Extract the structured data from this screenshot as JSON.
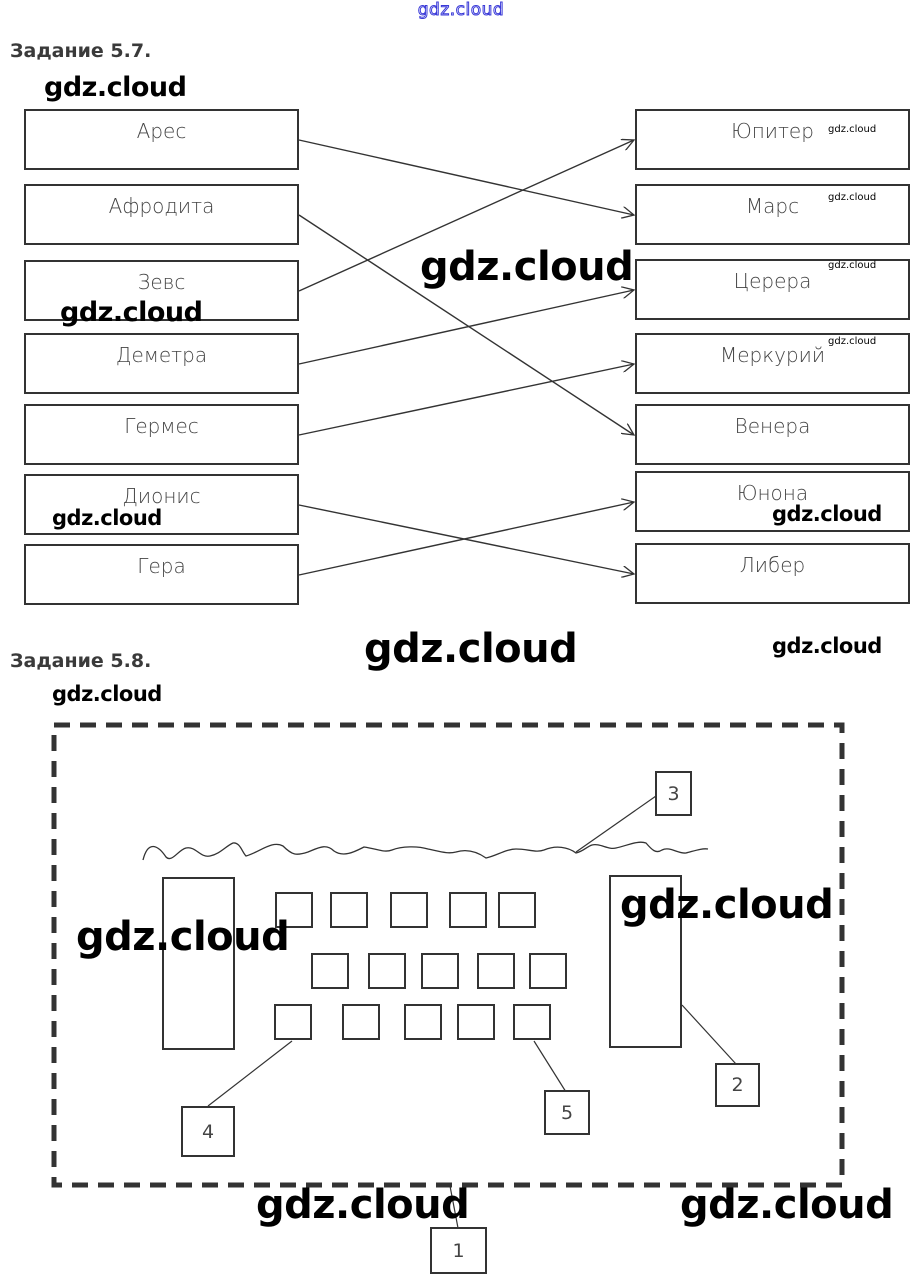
{
  "watermark": "gdz.cloud",
  "task_57": {
    "title": "Задание 5.7.",
    "left": [
      "Арес",
      "Афродита",
      "Зевс",
      "Деметра",
      "Гермес",
      "Дионис",
      "Гера"
    ],
    "right": [
      "Юпитер",
      "Марс",
      "Церера",
      "Меркурий",
      "Венера",
      "Юнона",
      "Либер"
    ],
    "matches": [
      {
        "from": "Арес",
        "to": "Марс"
      },
      {
        "from": "Афродита",
        "to": "Венера"
      },
      {
        "from": "Зевс",
        "to": "Юпитер"
      },
      {
        "from": "Деметра",
        "to": "Церера"
      },
      {
        "from": "Гермес",
        "to": "Меркурий"
      },
      {
        "from": "Дионис",
        "to": "Либер"
      },
      {
        "from": "Гера",
        "to": "Юнона"
      }
    ]
  },
  "task_58": {
    "title": "Задание 5.8.",
    "labels": [
      "1",
      "2",
      "3",
      "4",
      "5"
    ]
  }
}
